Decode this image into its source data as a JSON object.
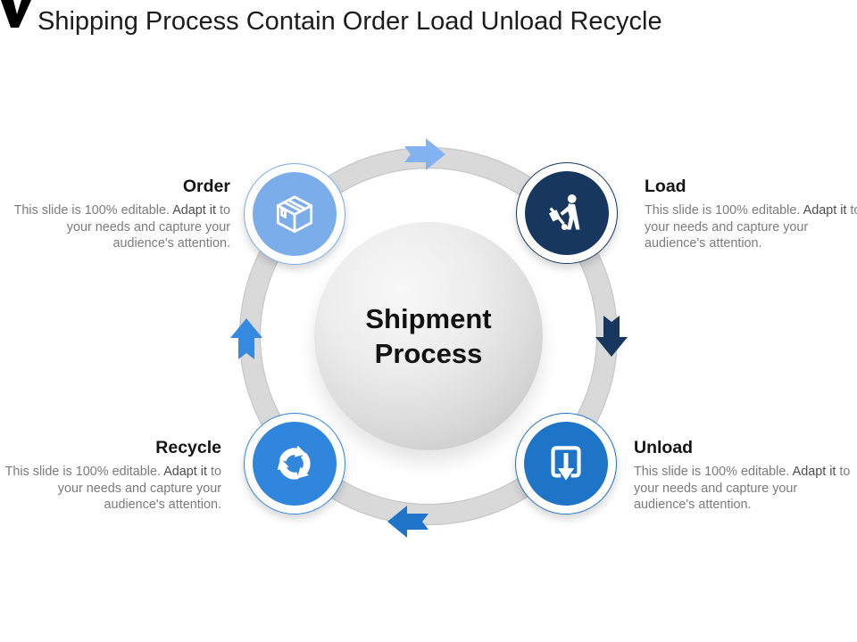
{
  "slide": {
    "title": "Shipping Process Contain Order Load Unload Recycle",
    "background_color": "#ffffff",
    "logo_color": "#000000"
  },
  "diagram": {
    "flow_direction": "clockwise",
    "ring_color": "#d9d9d9",
    "ring_edge_color": "#c6c6c6",
    "center": {
      "line1": "Shipment",
      "line2": "Process",
      "text_color": "#121212"
    },
    "arrows": [
      {
        "position": "top",
        "direction": "right",
        "color": "#82b2f0"
      },
      {
        "position": "right",
        "direction": "down",
        "color": "#17375e"
      },
      {
        "position": "bottom",
        "direction": "left",
        "color": "#1e74c8"
      },
      {
        "position": "left",
        "direction": "up",
        "color": "#358adf"
      }
    ],
    "nodes": [
      {
        "label": "Order",
        "icon": "package-box-icon",
        "color": "#7badea",
        "body_prefix": "This slide is 100% editable. ",
        "body_emphasis": "Adapt it",
        "body_suffix": " to your needs and capture your audience's attention."
      },
      {
        "label": "Load",
        "icon": "hand-truck-icon",
        "color": "#17375e",
        "body_prefix": "This slide is 100% editable. ",
        "body_emphasis": "Adapt it",
        "body_suffix": " to your needs and capture your audience's attention."
      },
      {
        "label": "Unload",
        "icon": "box-down-arrow-icon",
        "color": "#1e74c6",
        "body_prefix": "This slide is 100% editable. ",
        "body_emphasis": "Adapt it",
        "body_suffix": " to your needs and capture your audience's attention."
      },
      {
        "label": "Recycle",
        "icon": "recycle-arrows-icon",
        "color": "#2f86dc",
        "body_prefix": "This slide is 100% editable. ",
        "body_emphasis": "Adapt it",
        "body_suffix": " to your needs and capture your audience's attention."
      }
    ]
  }
}
